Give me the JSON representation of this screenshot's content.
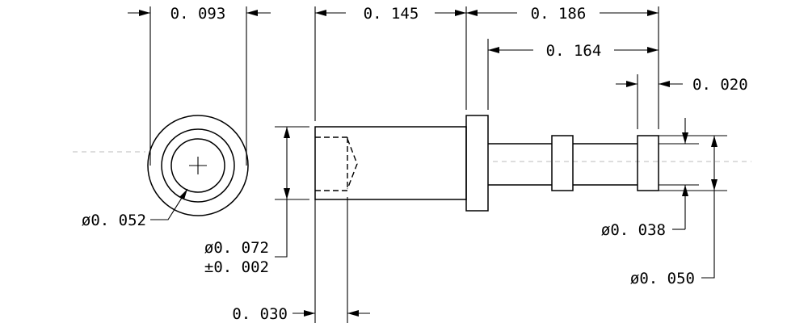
{
  "dimensions": {
    "end_width": "0. 093",
    "body_length": "0. 145",
    "overall_length": "0. 186",
    "pin_length": "0. 164",
    "groove_width": "0. 020",
    "bore_dia": "ø0. 052",
    "body_dia": "ø0. 072",
    "body_dia_tol": "±0. 002",
    "pin_dia": "ø0. 038",
    "collar_dia": "ø0. 050",
    "wall_depth": "0. 030"
  }
}
